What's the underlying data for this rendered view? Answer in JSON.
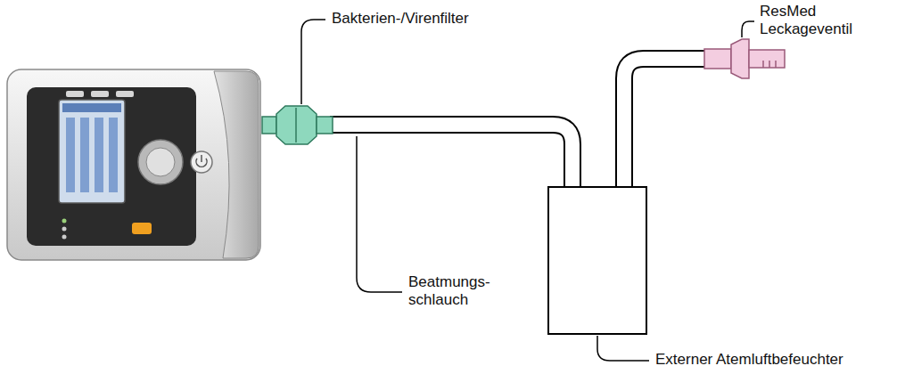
{
  "diagram": {
    "labels": [
      "Bakterien-/Virenfilter",
      "ResMed Leckageventil",
      "Beatmungs- schlauch",
      "Externer Atemluftbefeuchter"
    ]
  }
}
